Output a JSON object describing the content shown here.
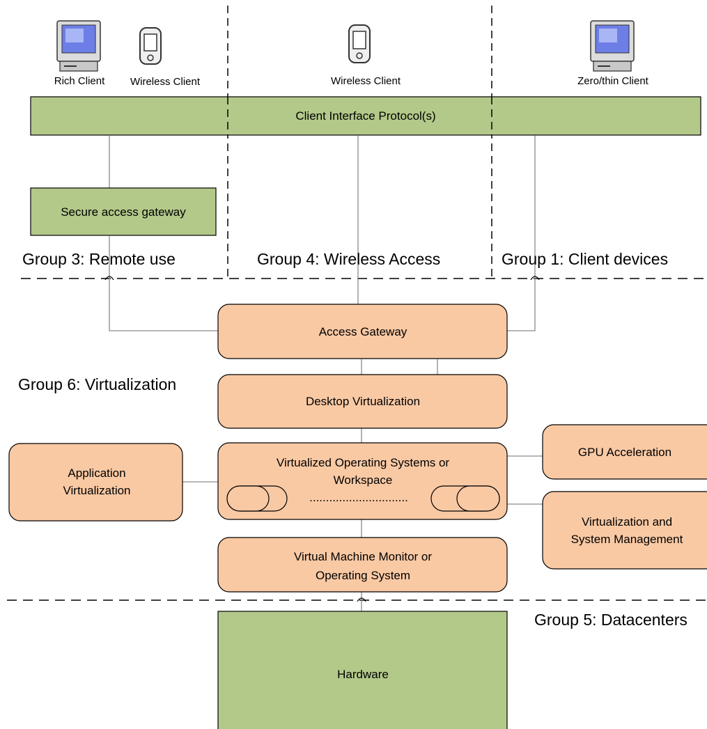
{
  "colors": {
    "green_fill": "#b3c98a",
    "peach_fill": "#f9c9a4",
    "stroke": "#000000",
    "connector": "#8a8a8a"
  },
  "devices": {
    "rich_client": {
      "label": "Rich Client",
      "icon": "desktop-computer-icon"
    },
    "wireless_client_left": {
      "label": "Wireless Client",
      "icon": "handheld-device-icon"
    },
    "wireless_client_center": {
      "label": "Wireless Client",
      "icon": "handheld-device-icon"
    },
    "zero_thin_client": {
      "label": "Zero/thin Client",
      "icon": "desktop-computer-icon"
    }
  },
  "boxes": {
    "client_interface": "Client Interface Protocol(s)",
    "secure_gateway": "Secure access gateway",
    "access_gateway": "Access Gateway",
    "desktop_virtualization": "Desktop Virtualization",
    "virtualized_os_line1": "Virtualized Operating Systems or",
    "virtualized_os_line2": "Workspace",
    "ellipsis": "..............................",
    "app_virt_line1": "Application",
    "app_virt_line2": "Virtualization",
    "gpu": "GPU Acceleration",
    "sysmgmt_line1": "Virtualization and",
    "sysmgmt_line2": "System Management",
    "vmm_line1": "Virtual Machine Monitor or",
    "vmm_line2": "Operating System",
    "hardware": "Hardware"
  },
  "groups": {
    "group3": "Group 3: Remote use",
    "group4": "Group 4: Wireless Access",
    "group1": "Group 1: Client devices",
    "group6": "Group 6: Virtualization",
    "group5": "Group 5: Datacenters"
  }
}
